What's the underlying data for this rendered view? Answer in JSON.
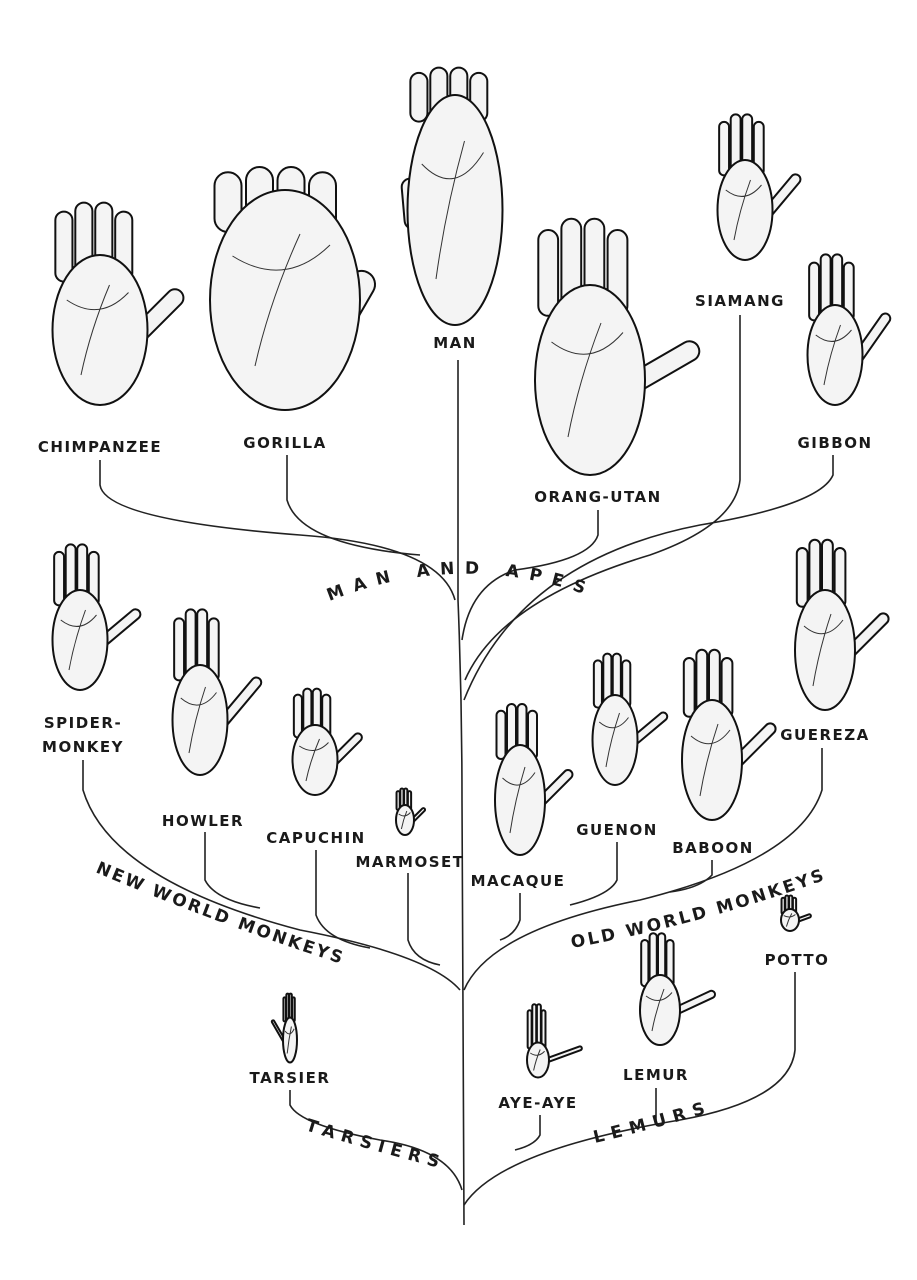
{
  "title": "Primate hands and feet phylogeny",
  "groups": {
    "man_and_apes": "MAN AND APES",
    "new_world": "NEW WORLD MONKEYS",
    "old_world": "OLD WORLD MONKEYS",
    "tarsiers": "TARSIERS",
    "lemurs": "LEMURS"
  },
  "species": {
    "chimpanzee": "CHIMPANZEE",
    "gorilla": "GORILLA",
    "man": "MAN",
    "orang_utan": "ORANG-UTAN",
    "siamang": "SIAMANG",
    "gibbon": "GIBBON",
    "spider_monkey_1": "SPIDER-",
    "spider_monkey_2": "MONKEY",
    "howler": "HOWLER",
    "capuchin": "CAPUCHIN",
    "marmoset": "MARMOSET",
    "macaque": "MACAQUE",
    "guenon": "GUENON",
    "baboon": "BABOON",
    "guereza": "GUEREZA",
    "tarsier": "TARSIER",
    "aye_aye": "AYE-AYE",
    "lemur": "LEMUR",
    "potto": "POTTO"
  }
}
